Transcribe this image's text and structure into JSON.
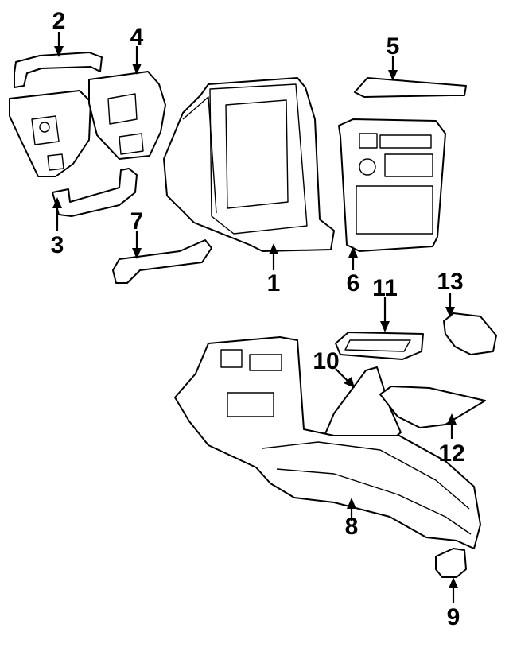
{
  "callouts": {
    "c1": "1",
    "c2": "2",
    "c3": "3",
    "c4": "4",
    "c5": "5",
    "c6": "6",
    "c7": "7",
    "c8": "8",
    "c9": "9",
    "c10": "10",
    "c11": "11",
    "c12": "12",
    "c13": "13"
  },
  "colors": {
    "line": "#000000",
    "paper": "#ffffff"
  }
}
